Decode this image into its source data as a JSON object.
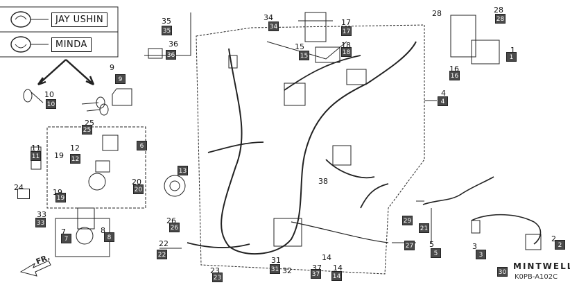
{
  "legend": {
    "brand_a": "JAY USHIN",
    "brand_b": "MINDA"
  },
  "diagram_code": "K0PB-A102C",
  "watermark": "MINTWELL",
  "direction_label": "FR.",
  "callouts": [
    {
      "id": "c1",
      "text": "1"
    },
    {
      "id": "c2",
      "text": "2"
    },
    {
      "id": "c3",
      "text": "3"
    },
    {
      "id": "c4",
      "text": "4"
    },
    {
      "id": "c5",
      "text": "5"
    },
    {
      "id": "c7",
      "text": "7"
    },
    {
      "id": "c8",
      "text": "8"
    },
    {
      "id": "c9",
      "text": "9"
    },
    {
      "id": "c10",
      "text": "10"
    },
    {
      "id": "c11",
      "text": "11"
    },
    {
      "id": "c12",
      "text": "12"
    },
    {
      "id": "c14a",
      "text": "14"
    },
    {
      "id": "c14b",
      "text": "14"
    },
    {
      "id": "c15",
      "text": "15"
    },
    {
      "id": "c16",
      "text": "16"
    },
    {
      "id": "c17",
      "text": "17"
    },
    {
      "id": "c18",
      "text": "18"
    },
    {
      "id": "c19a",
      "text": "19"
    },
    {
      "id": "c19b",
      "text": "19"
    },
    {
      "id": "c20",
      "text": "20"
    },
    {
      "id": "c22",
      "text": "22"
    },
    {
      "id": "c23",
      "text": "23"
    },
    {
      "id": "c24",
      "text": "24"
    },
    {
      "id": "c25",
      "text": "25"
    },
    {
      "id": "c26",
      "text": "26"
    },
    {
      "id": "c28a",
      "text": "28"
    },
    {
      "id": "c28b",
      "text": "28"
    },
    {
      "id": "c31",
      "text": "31"
    },
    {
      "id": "c32",
      "text": "32"
    },
    {
      "id": "c33",
      "text": "33"
    },
    {
      "id": "c34",
      "text": "34"
    },
    {
      "id": "c35",
      "text": "35"
    },
    {
      "id": "c36",
      "text": "36"
    },
    {
      "id": "c37",
      "text": "37"
    },
    {
      "id": "c38",
      "text": "38"
    }
  ],
  "part_boxes": [
    {
      "id": "b1",
      "text": "1"
    },
    {
      "id": "b2",
      "text": "2"
    },
    {
      "id": "b3",
      "text": "3"
    },
    {
      "id": "b4",
      "text": "4"
    },
    {
      "id": "b5",
      "text": "5"
    },
    {
      "id": "b7",
      "text": "7"
    },
    {
      "id": "b8",
      "text": "8"
    },
    {
      "id": "b9",
      "text": "9"
    },
    {
      "id": "b10",
      "text": "10"
    },
    {
      "id": "b11",
      "text": "11"
    },
    {
      "id": "b12",
      "text": "12"
    },
    {
      "id": "b14",
      "text": "14"
    },
    {
      "id": "b15",
      "text": "15"
    },
    {
      "id": "b16",
      "text": "16"
    },
    {
      "id": "b17",
      "text": "17"
    },
    {
      "id": "b18",
      "text": "18"
    },
    {
      "id": "b19",
      "text": "19"
    },
    {
      "id": "b20",
      "text": "20"
    },
    {
      "id": "b21",
      "text": "21"
    },
    {
      "id": "b22",
      "text": "22"
    },
    {
      "id": "b23",
      "text": "23"
    },
    {
      "id": "b25",
      "text": "25"
    },
    {
      "id": "b26",
      "text": "26"
    },
    {
      "id": "b27",
      "text": "27"
    },
    {
      "id": "b28",
      "text": "28"
    },
    {
      "id": "b29",
      "text": "29"
    },
    {
      "id": "b30",
      "text": "30"
    },
    {
      "id": "b31",
      "text": "31"
    },
    {
      "id": "b33",
      "text": "33"
    },
    {
      "id": "b34",
      "text": "34"
    },
    {
      "id": "b35",
      "text": "35"
    },
    {
      "id": "b36",
      "text": "36"
    },
    {
      "id": "b37",
      "text": "37"
    },
    {
      "id": "b6",
      "text": "6"
    },
    {
      "id": "b13",
      "text": "13"
    }
  ]
}
